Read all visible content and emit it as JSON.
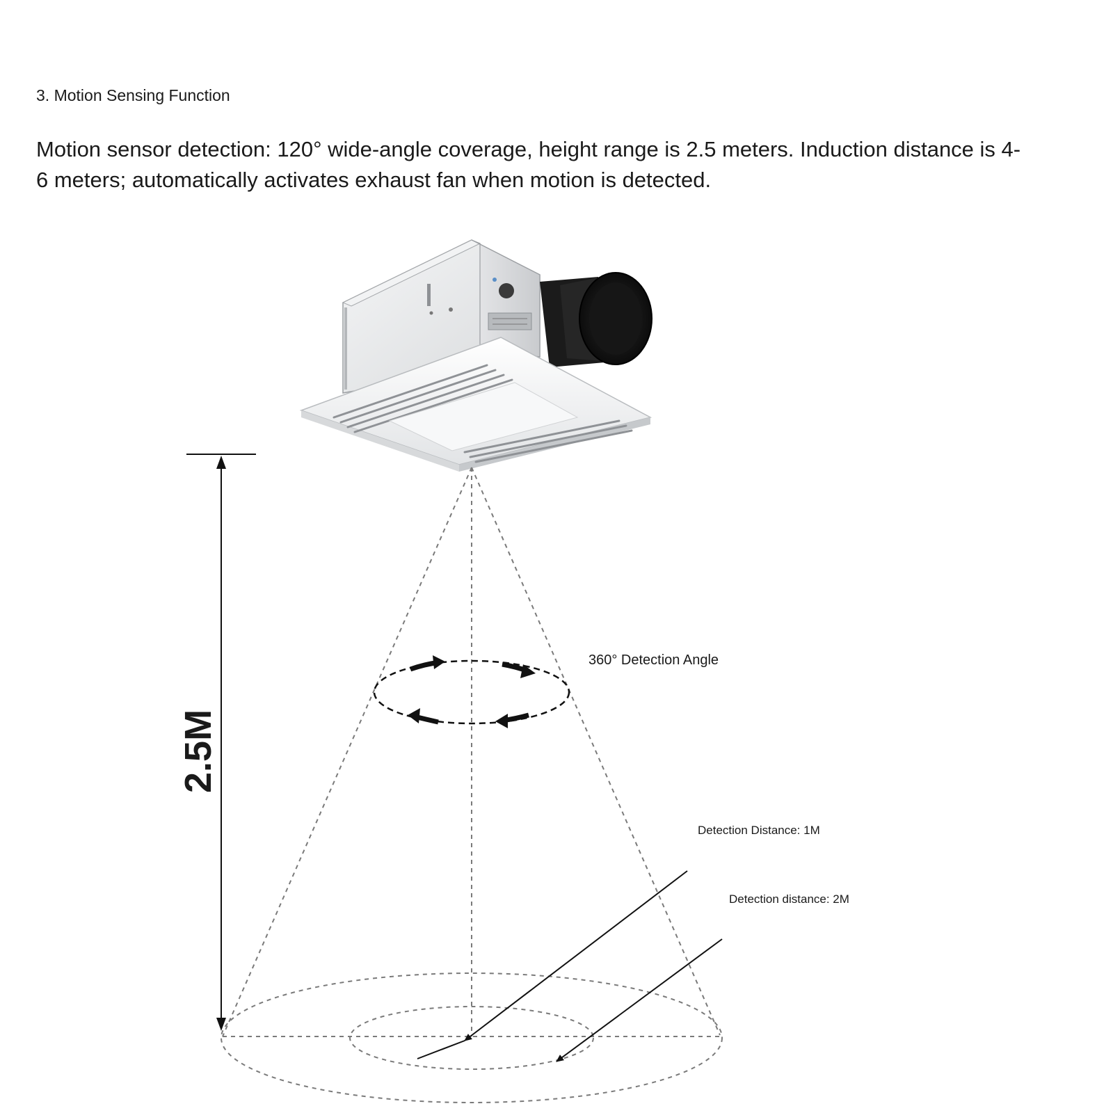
{
  "heading": "3. Motion Sensing Function",
  "description": "Motion sensor detection: 120° wide-angle coverage, height range is 2.5 meters. Induction distance is 4-6 meters; automatically activates exhaust fan when motion is detected.",
  "diagram": {
    "height_label": "2.5M",
    "angle_label": "360° Detection Angle",
    "distance_1_label": "Detection Distance: 1M",
    "distance_2_label": "Detection distance: 2M"
  }
}
